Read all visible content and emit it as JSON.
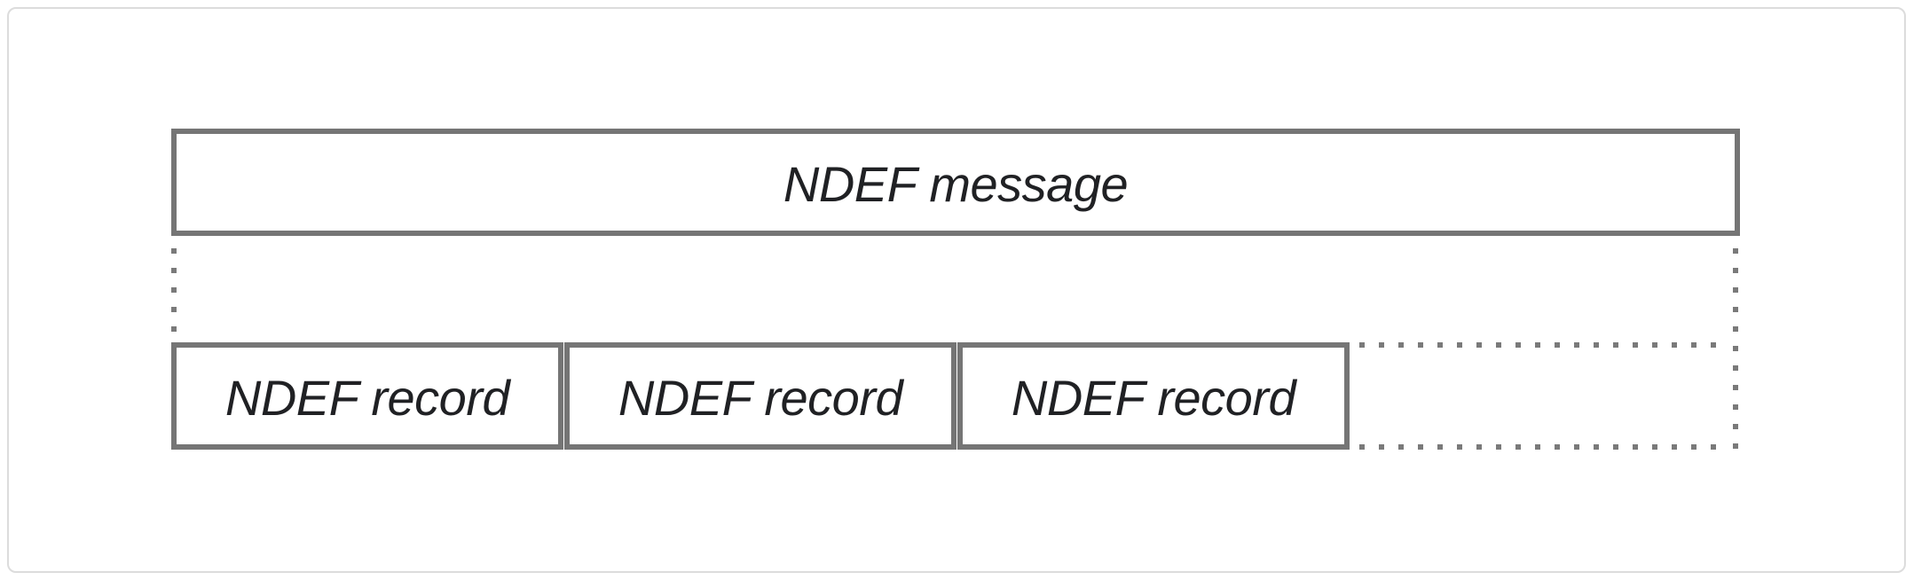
{
  "diagram": {
    "title_semantic": "NDEF message structure diagram",
    "message": {
      "label": "NDEF message"
    },
    "records": [
      {
        "label": "NDEF record"
      },
      {
        "label": "NDEF record"
      },
      {
        "label": "NDEF record"
      }
    ],
    "continuation": {
      "style": "dotted",
      "meaning": "more records continue"
    },
    "colors": {
      "box_border": "#757575",
      "dot_gray": "#7a7a7a",
      "label_text": "#202124",
      "frame_border": "#dcdcdc",
      "background": "#ffffff"
    }
  }
}
